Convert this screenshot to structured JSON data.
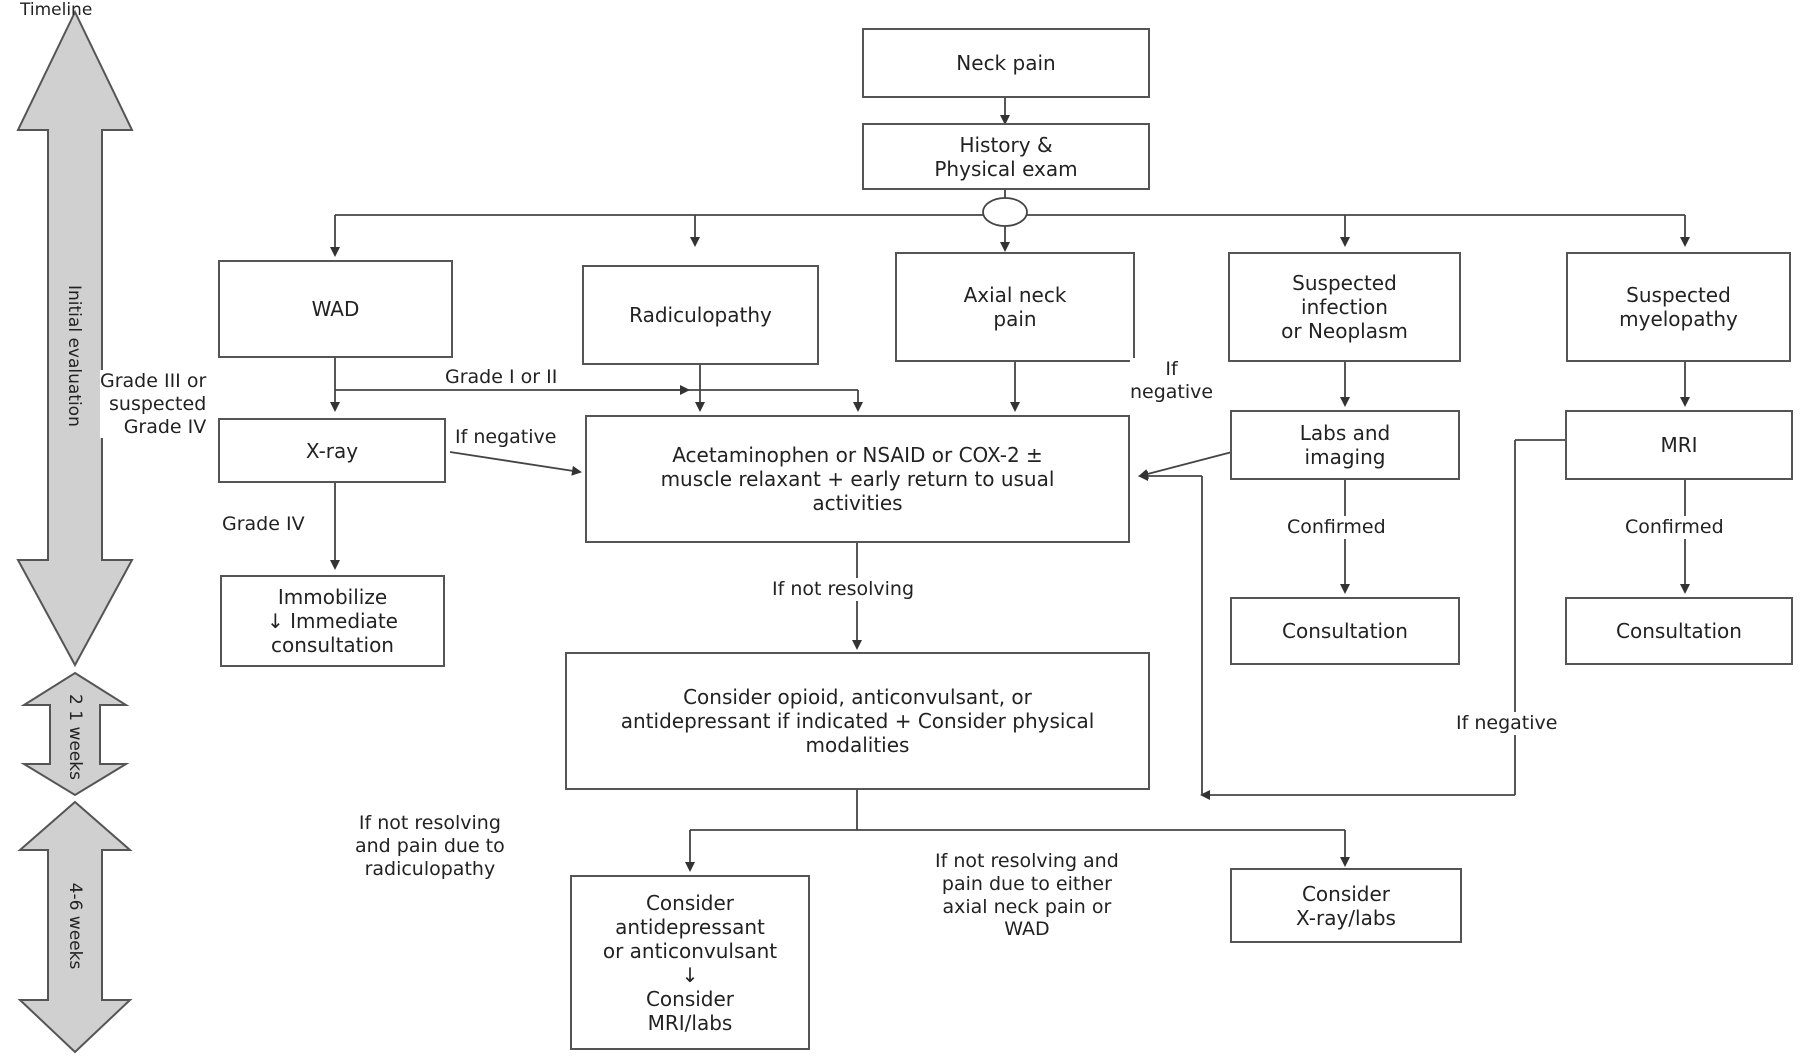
{
  "timeline": {
    "header": "Timeline",
    "phases": [
      "Initial evaluation",
      "2 1 weeks",
      "4-6 weeks"
    ]
  },
  "boxes": {
    "neck_pain": "Neck pain",
    "history_exam": "History &\nPhysical exam",
    "wad": "WAD",
    "radiculopathy": "Radiculopathy",
    "axial_neck_pain": "Axial neck\npain",
    "infection_neoplasm": "Suspected\ninfection\nor Neoplasm",
    "myelopathy": "Suspected\nmyelopathy",
    "xray": "X-ray",
    "acetaminophen": "Acetaminophen or NSAID or COX-2 ±\nmuscle relaxant + early return to usual\nactivities",
    "labs_imaging": "Labs and\nimaging",
    "mri": "MRI",
    "immobilize": "Immobilize\n↓ Immediate\nconsultation",
    "consultation_infection": "Consultation",
    "consultation_myelopathy": "Consultation",
    "consider_opioid": "Consider opioid, anticonvulsant, or\nantidepressant if indicated + Consider physical\nmodalities",
    "consider_antidepressant": "Consider\nantidepressant\nor anticonvulsant\n↓\nConsider\nMRI/labs",
    "consider_xray_labs": "Consider\nX-ray/labs"
  },
  "edge_labels": {
    "grade_iii": "Grade III or\nsuspected\nGrade IV",
    "grade_i_ii": "Grade I or II",
    "if_negative_xray": "If negative",
    "if_negative_labs": "If\nnegative",
    "grade_iv": "Grade IV",
    "confirmed_labs": "Confirmed",
    "confirmed_mri": "Confirmed",
    "if_not_resolving": "If not resolving",
    "if_negative_mri": "If negative",
    "not_resolving_radiculopathy": "If not resolving\nand pain due to\nradiculopathy",
    "not_resolving_axial": "If not resolving and\npain due to either\naxial neck pain or\nWAD"
  }
}
